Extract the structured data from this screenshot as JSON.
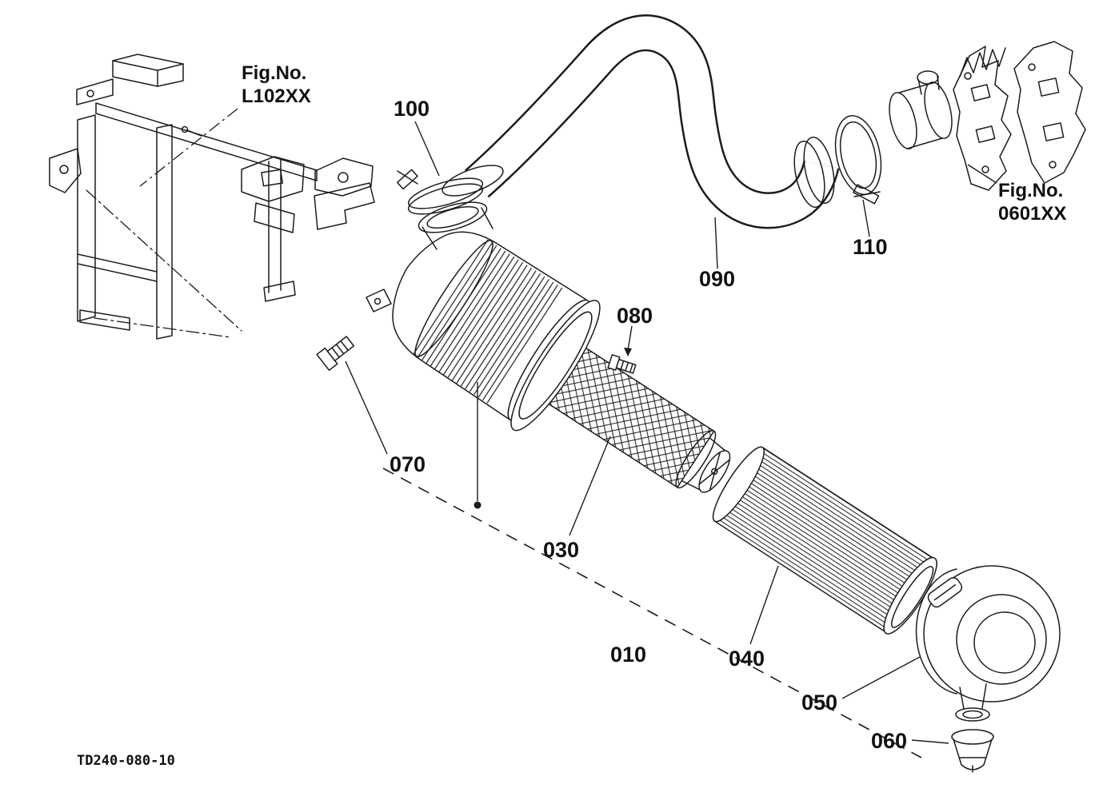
{
  "diagram": {
    "drawing_code": "TD240-080-10",
    "fig_refs": {
      "left": {
        "label": "Fig.No.",
        "code": "L102XX"
      },
      "right": {
        "label": "Fig.No.",
        "code": "0601XX"
      }
    },
    "callouts": {
      "c010": "010",
      "c030": "030",
      "c040": "040",
      "c050": "050",
      "c060": "060",
      "c070": "070",
      "c080": "080",
      "c090": "090",
      "c100": "100",
      "c110": "110"
    }
  }
}
